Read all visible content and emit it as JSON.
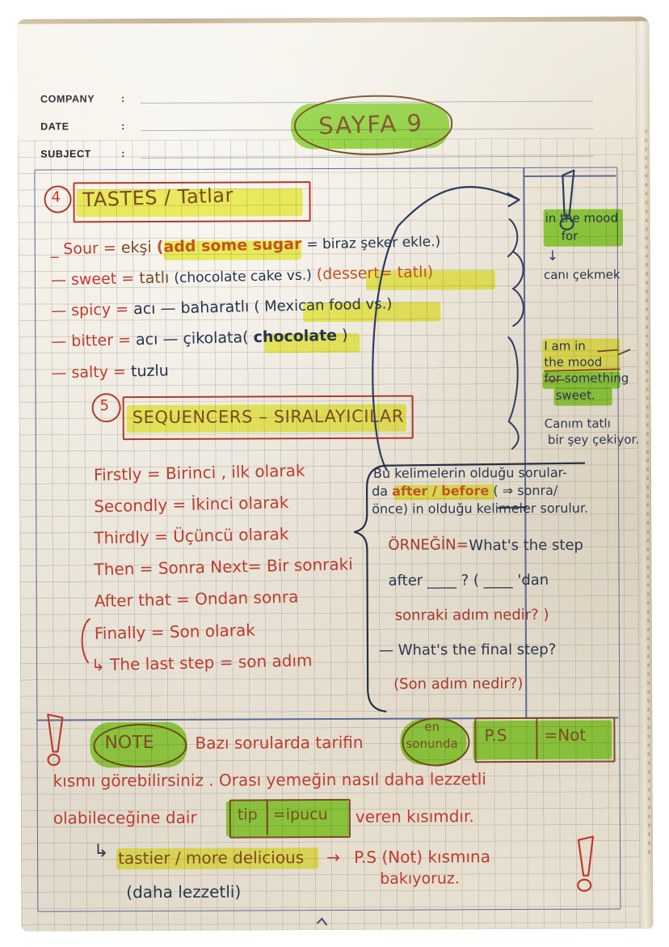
{
  "letterhead": {
    "company_label": "COMPANY",
    "date_label": "DATE",
    "subject_label": "SUBJECT",
    "colon": ":"
  },
  "page_badge": {
    "text": "SAYFA 9",
    "highlight_color": "#7fd71c",
    "ink_color": "#7a4a20"
  },
  "section_4": {
    "number": "4",
    "heading": "TASTES / Tatlar",
    "items": [
      {
        "term": "_ Sour",
        "eq": "=",
        "tr": "ekşi",
        "paren": "(add some sugar",
        "paren2": "= biraz şeker ekle.)"
      },
      {
        "term": "— sweet",
        "eq": "=",
        "tr": "tatlı",
        "paren": "(chocolate cake vs.)",
        "paren2": "(dessert= tatlı)"
      },
      {
        "term": "— spicy",
        "eq": "=",
        "tr": "acı — baharatlı",
        "paren": "( Mexican food vs.)",
        "paren2": ""
      },
      {
        "term": "— bitter",
        "eq": "=",
        "tr": "acı — çikolata(",
        "paren": "chocolate",
        "paren2": ")"
      },
      {
        "term": "— salty",
        "eq": "=",
        "tr": "tuzlu",
        "paren": "",
        "paren2": ""
      }
    ]
  },
  "margin_notes": {
    "note1": {
      "line1": "in the mood",
      "line2": "for"
    },
    "arrow_down": "↓",
    "note2": "canı çekmek",
    "note3": {
      "line1": "I am in",
      "line2": "the mood",
      "line3": "for something",
      "line4": "sweet."
    },
    "note4": {
      "line1": "Canım tatlı",
      "line2": "bir şey çekiyor."
    }
  },
  "section_5": {
    "number": "5",
    "heading": "SEQUENCERS – SIRALAYICILAR",
    "items": [
      "Firstly = Birinci , ilk olarak",
      "Secondly = İkinci olarak",
      "Thirdly = Üçüncü olarak",
      "Then = Sonra   Next= Bir sonraki",
      "After that = Ondan sonra",
      "Finally = Son olarak",
      "↳ The last step = son adım"
    ]
  },
  "explain_box": {
    "line1": "Bu kelimelerin olduğu sorular-",
    "line2a": "da",
    "line2b": "after / before",
    "line2c": "( ⇒ sonra/",
    "line3": "önce) in olduğu kelimeler sorulur.",
    "example_label": "ÖRNEĞİN=",
    "example_q1a": "What's the step",
    "example_q1b": "after ____ ? ( ____ 'dan",
    "example_q1c": "sonraki adım nedir? )",
    "example_q2a": "— What's the final step?",
    "example_q2b": "(Son adım nedir?)"
  },
  "note_block": {
    "badge": "NOTE",
    "l1a": "Bazı sorularda tarifin",
    "l1_circle": {
      "top": "en",
      "bottom": "sonunda"
    },
    "ps_left": "P.S",
    "ps_right": "=Not",
    "l2": "kısmı görebilirsiniz . Orası yemeğin nasıl daha lezzetli",
    "l3a": "olabileceğine dair",
    "l3_box_left": "tip",
    "l3_box_right": "=ipucu",
    "l3b": "veren kısımdır.",
    "l4_arrow": "↳",
    "l4a": "tastier / more delicious",
    "l4_arrow2": "→",
    "l4b": "P.S (Not) kısmına",
    "l4c": "bakıyoruz.",
    "l5": "(daha lezzetli)"
  },
  "colors": {
    "red_ink": "#c0392e",
    "brown_ink": "#7a4a20",
    "blue_ink": "#2b3a63",
    "frame_blue": "#5b6a9e",
    "green_highlight": "#7fd71c",
    "yellow_highlight": "#eef13c",
    "paper": "#efeade"
  }
}
